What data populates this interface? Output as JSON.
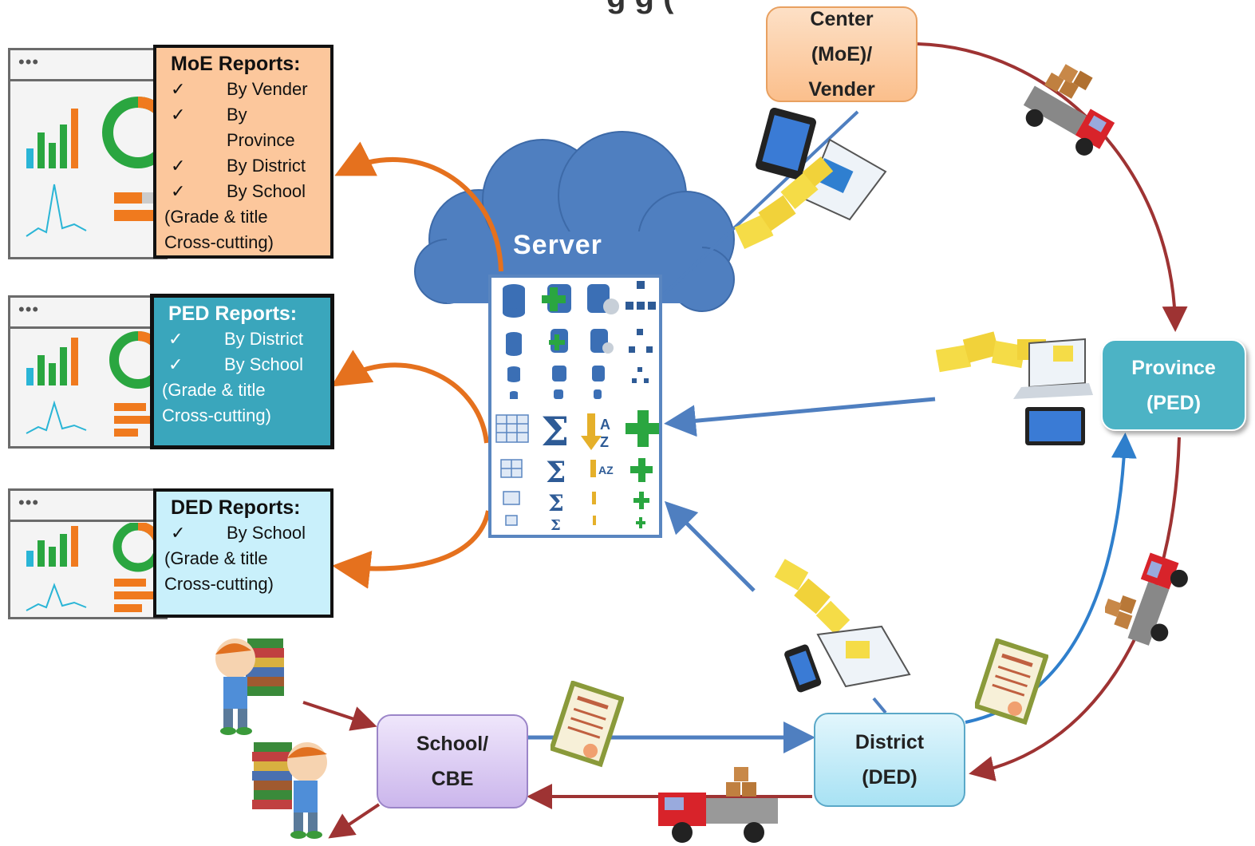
{
  "header_fragment": "g g (",
  "server": {
    "label": "Server"
  },
  "reports": [
    {
      "title": "MoE Reports:",
      "items": [
        "By Vender",
        "By",
        "Province",
        "By District",
        "By School"
      ],
      "note_1": "(Grade & title",
      "note_2": "Cross-cutting)"
    },
    {
      "title": "PED Reports:",
      "items": [
        "By District",
        "By School"
      ],
      "note_1": "(Grade & title",
      "note_2": "Cross-cutting)"
    },
    {
      "title": "DED Reports:",
      "items": [
        "By School"
      ],
      "note_1": "(Grade & title",
      "note_2": "Cross-cutting)"
    }
  ],
  "check_mark": "✓",
  "nodes": {
    "center": {
      "line1": "Center",
      "line2": "(MoE)/",
      "line3": "Vender"
    },
    "province": {
      "line1": "Province",
      "line2": "(PED)"
    },
    "district": {
      "line1": "District",
      "line2": "(DED)"
    },
    "school": {
      "line1": "School/",
      "line2": "CBE"
    }
  },
  "dashboard": {
    "dots": "•••"
  },
  "colors": {
    "moe_report_bg": "#fcc79c",
    "ped_report_bg": "#3aa6bc",
    "ded_report_bg": "#c9f0fb",
    "center_node": "#fbbf8c",
    "province_node": "#4cb3c5",
    "district_node": "#bdeaf7",
    "school_node": "#d7c6ee",
    "cloud": "#4f7fc0",
    "orange_arrow": "#e5711e",
    "blue_arrow": "#4f7fc0",
    "red_arrow": "#9e3333"
  }
}
